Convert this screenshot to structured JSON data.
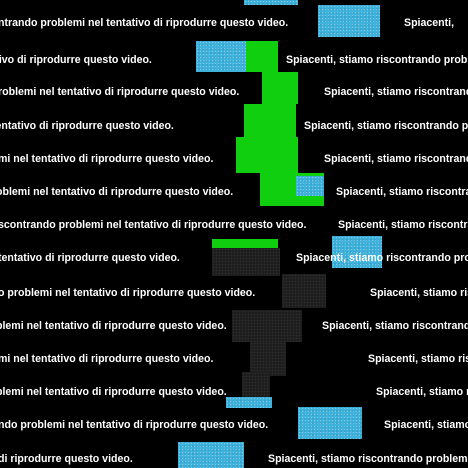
{
  "message": {
    "error_tail": "ntrando problemi nel tentativo di riprodurre questo video.",
    "sorry_head": "Spiacenti,",
    "rows": [
      {
        "left": "ntrando problemi nel tentativo di riprodurre questo video.",
        "right": "Spiacenti, stiamo riscontrando problemi nel tentativo di riprodurre questo video."
      },
      {
        "left": "tentativo di riprodurre questo video.",
        "right": "Spiacenti, stiamo riscontrando problemi nel tentativo di riprodurre questo video."
      },
      {
        "left": "roblemi nel tentativo di riprodurre questo video.",
        "right": "Spiacenti, stiamo riscontrando problemi nel tentativo di riprodurre questo video."
      },
      {
        "left": "tentativo di riprodurre questo video.",
        "right": "Spiacenti, stiamo riscontrando problemi nel tentativo di riprodurre questo video."
      },
      {
        "left": "mi nel tentativo di riprodurre questo video.",
        "right": "Spiacenti, stiamo riscontrando problemi nel tentativo di riprodurre questo video."
      },
      {
        "left": "oblemi nel tentativo di riprodurre questo video.",
        "right": "Spiacenti, stiamo riscontrando problemi nel tentativo di riprodurre questo video."
      },
      {
        "left": "scontrando problemi nel tentativo di riprodurre questo video.",
        "right": "Spiacenti, stiamo riscontrando problemi nel tentativo di riprodurre questo video."
      },
      {
        "left": "tentativo di riprodurre questo video.",
        "right": "Spiacenti, stiamo riscontrando problemi nel tentativo di riprodurre questo video."
      },
      {
        "left": "o problemi nel tentativo di riprodurre questo video.",
        "right": "Spiacenti, stiamo riscontrando problemi nel tentativo di riprodurre questo video."
      },
      {
        "left": "blemi nel tentativo di riprodurre questo video.",
        "right": "Spiacenti, stiamo riscontrando problemi nel tentativo di riprodurre questo video."
      },
      {
        "left": "mi nel tentativo di riprodurre questo video.",
        "right": "Spiacenti, stiamo riscontrando problemi nel tentativo di riprodurre questo video."
      },
      {
        "left": "blemi nel tentativo di riprodurre questo video.",
        "right": "Spiacenti, stiamo riscontrando problemi nel tentativo di riprodurre questo video."
      },
      {
        "left": "ndo problemi nel tentativo di riprodurre questo video.",
        "right": "Spiacenti, stiamo riscontrando problemi nel tentativo di riprodurre questo video."
      },
      {
        "left": "di riprodurre questo video.",
        "right": "Spiacenti, stiamo riscontrando problemi nel tentativo di riprodurre questo video."
      }
    ]
  },
  "colors": {
    "background": "#000000",
    "text": "#ffffff",
    "glitch_cyan": "#3fb2dc",
    "glitch_green": "#0fcf0f",
    "glitch_dark": "#1d1d1d"
  }
}
